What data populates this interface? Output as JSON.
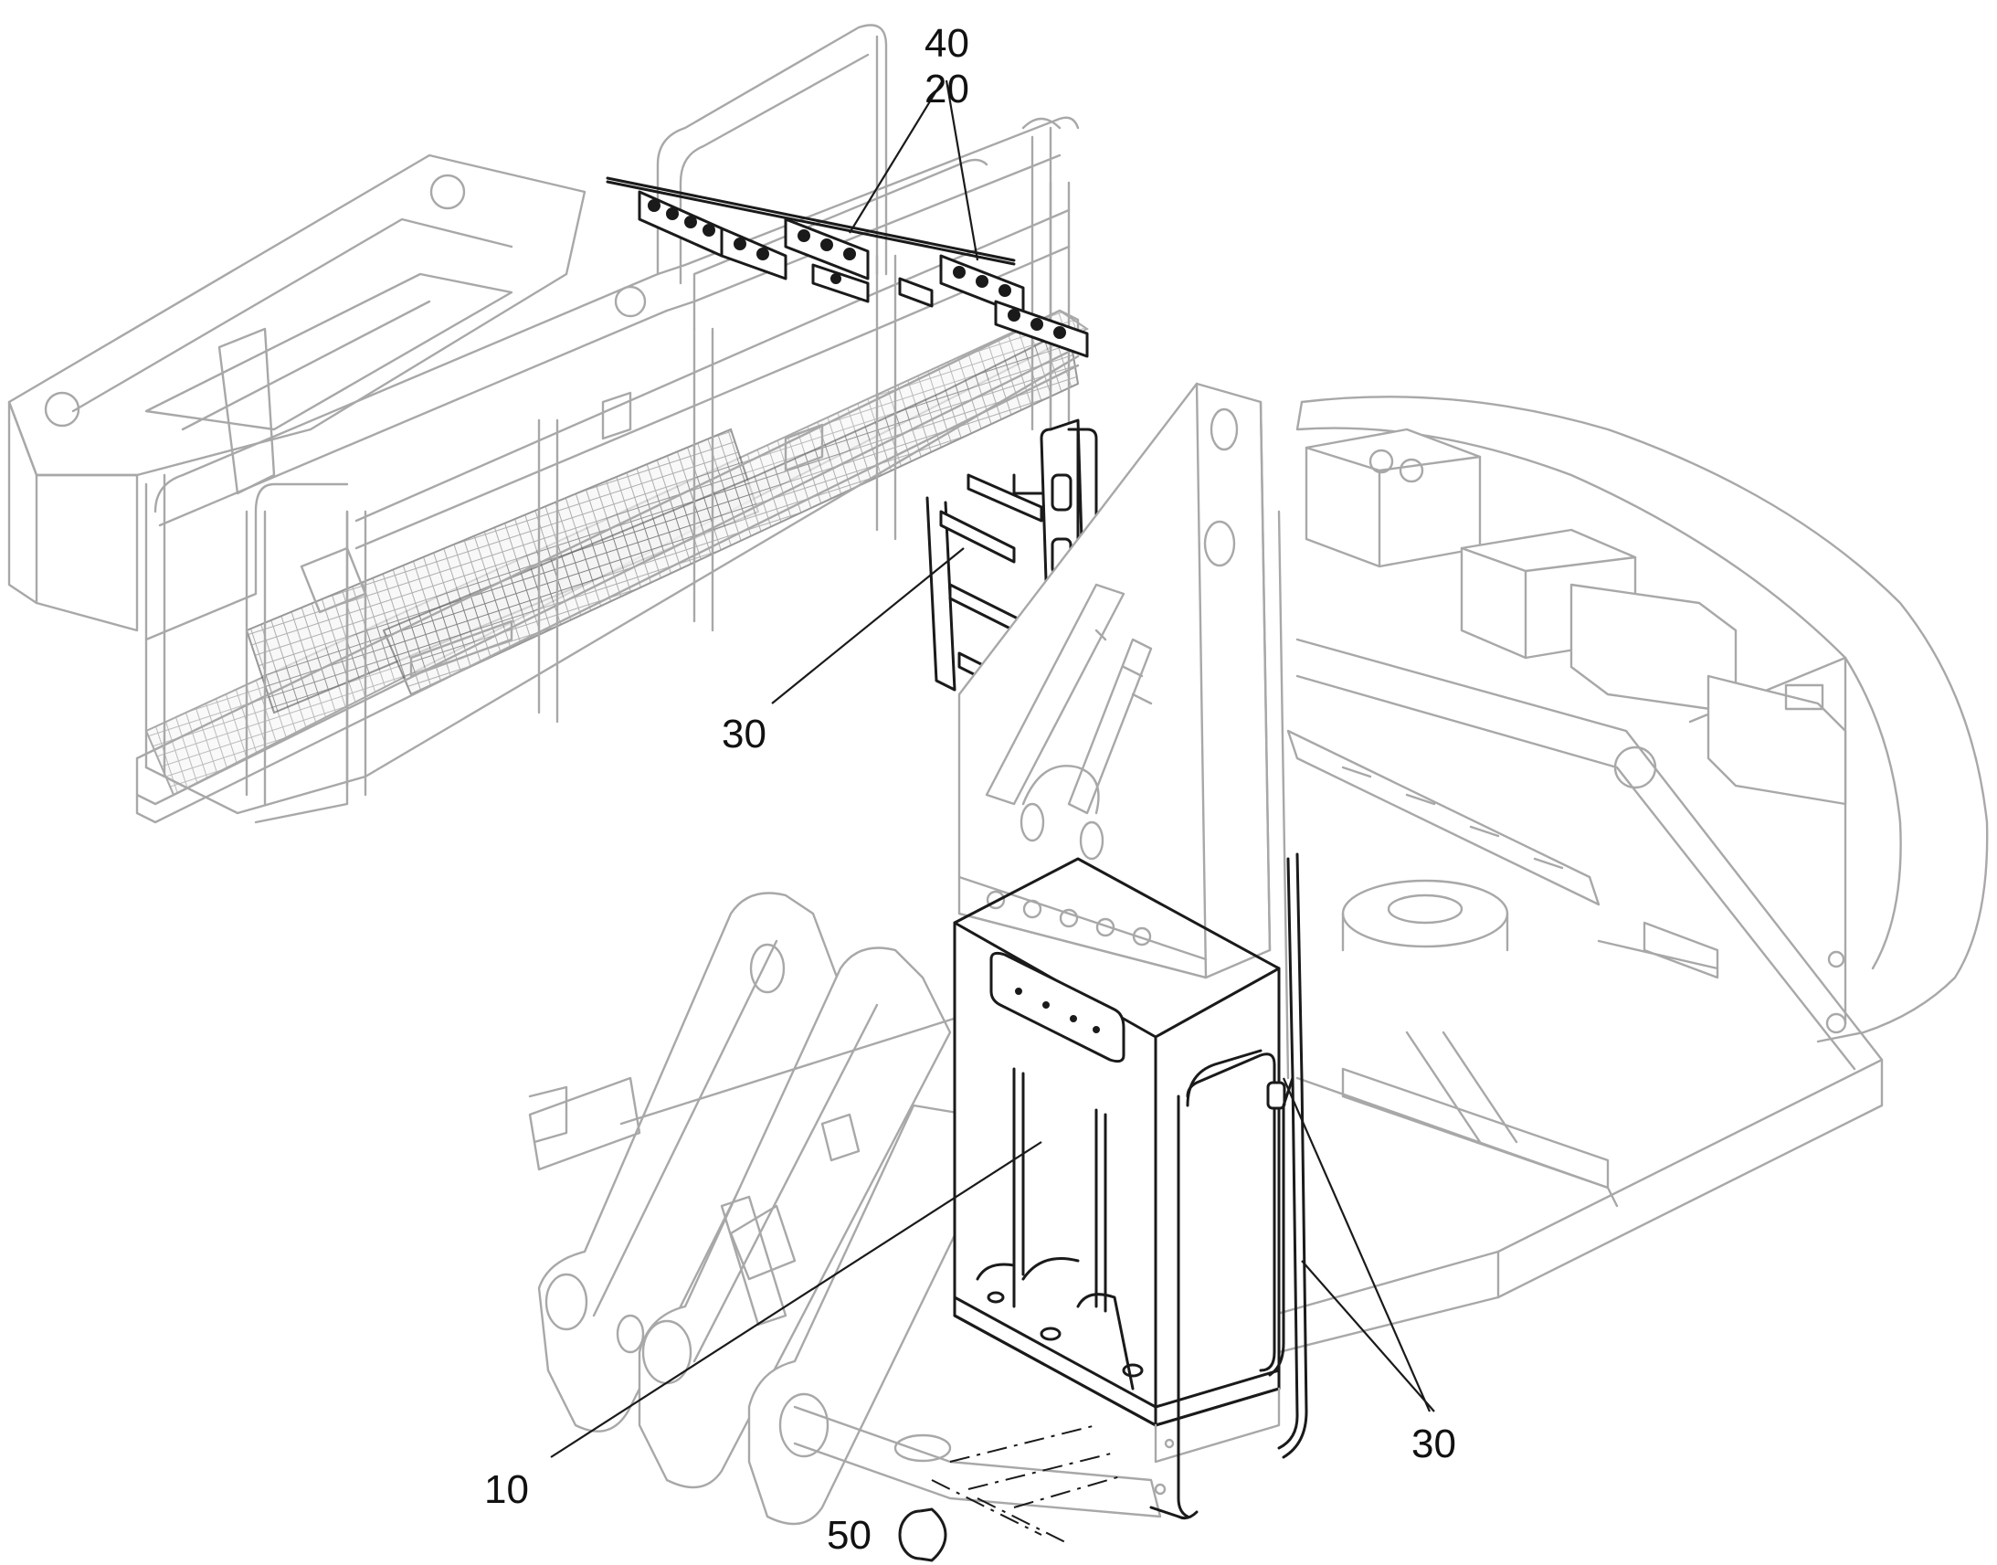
{
  "callouts": {
    "c40": "40",
    "c20": "20",
    "c30_ladder": "30",
    "c30_rails": "30",
    "c10": "10",
    "c50": "50"
  },
  "colors": {
    "context_lines": "#a8a8a8",
    "highlight_lines": "#1a1a1a",
    "background": "#ffffff"
  }
}
